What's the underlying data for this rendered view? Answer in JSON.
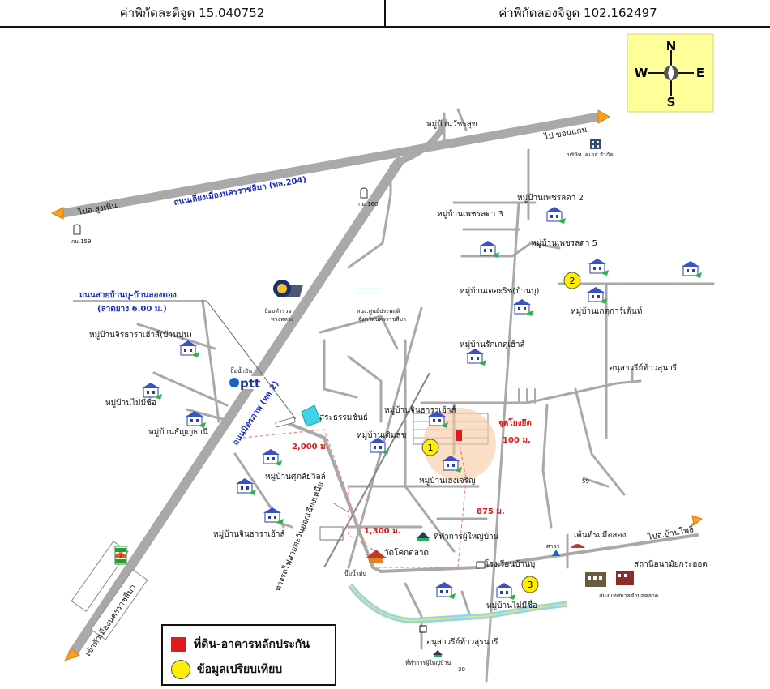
{
  "coordinates": {
    "latitude_label": "ค่าพิกัดละติจูด 15.040752",
    "longitude_label": "ค่าพิกัดลองจิจูด 102.162497"
  },
  "compass": {
    "n": "N",
    "s": "S",
    "e": "E",
    "w": "W"
  },
  "roads": {
    "highway_204": "ถนนเลี่ยงเมืองนครราชสีมา (ทล.204)",
    "mittraphap": "ถนนมิตรภาพ (ทล.2)",
    "local_road": "ถนนสายบ้านบุ-บ้านลองตอง",
    "local_road_note": "(ลาดยาง 6.00 ม.)",
    "to_khon_kaen": "ไป ขอนแก่น",
    "to_sung_noen": "ไปอ.สูงเนิน",
    "to_nakhon_ratchasima": "เข้าตัวเมืองนครราชสีมา",
    "to_ban_pho": "ไปอ.บ้านโพธิ์",
    "railway": "ทางรถไฟสายตะวันออกเฉียงเหนือ"
  },
  "markers": {
    "km159": "กม.159",
    "km160": "กม.160",
    "km59": "59",
    "km30": "30"
  },
  "places": {
    "watcharasuk": "หมู่บ้านวัชรสุข",
    "kss_company": "บริษัท เคเอส จำกัด",
    "phetcharada2": "หมู่บ้านเพชรลดา 2",
    "phetcharada3": "หมู่บ้านเพชรลดา 3",
    "phetcharada5": "หมู่บ้านเพชรลดา 5",
    "police": "ป้อมตำรวจ",
    "police2": "ทางหลวง",
    "sanong": "สนง.ศูนย์ประพฤติ",
    "sanong2": "จังหวัดนครราชสีมา",
    "the_rich": "หมู่บ้านเดอะริช(บ้านบุ)",
    "garden": "หมู่บ้านเกตุการ์เด้นท์",
    "rak_ket": "หมู่บ้านรักเกตุเฮ้าส์",
    "chirathara_banpun": "หมู่บ้านจิรธาราเฮ้าส์(บ้านปุน)",
    "gas_station": "ปั๊มน้ำมัน",
    "ptt": "ptt",
    "no_name_1": "หมู่บ้านไม่มีชื่อ",
    "thanyathani": "หมู่บ้านธัญญธานี",
    "pond": "สระธรรมชันธ์",
    "chinthara_house_1": "หมู่บ้านจินธาราเฮ้าส์",
    "toem_suk": "หมู่บ้านเติมสุข",
    "heng_charoen": "หมู่บ้านเฮงเจริญ",
    "location_point": "จุดโยงยึด",
    "monument_upper": "อนุสาวรีย์ท้าวสุนารี",
    "sakun": "หมู่บ้านศุภลัยวิลล์",
    "chinthara_house_2": "หมู่บ้านจินธาราเฮ้าส์",
    "head_village": "ที่ทำการผู้ใหญ่บ้าน",
    "wat": "วัดโคกตลาด",
    "school": "โรงเรียนบ้านบุ",
    "sala": "ศาลา",
    "toei_mueang": "เต้นท์รถมือสอง",
    "health_station": "สถานีอนามัยกระออด",
    "gas_station_2": "ปั๊มน้ำมัน",
    "no_name_3": "หมู่บ้านไม่มีชื่อ",
    "municipality": "สนง.เทศบาลตำบลตลาด",
    "monument_lower": "อนุสาวรีย์ท้าวสุรนารี",
    "head_village_2": "ที่ทำการผู้ใหญ่บ้าน"
  },
  "distances": {
    "d2000": "2,000 ม.",
    "d1300": "1,300 ม.",
    "d875": "875 ม.",
    "d100": "100 ม."
  },
  "comparables": {
    "c1": "1",
    "c2": "2",
    "c3": "3"
  },
  "seven_eleven": "7",
  "legend": {
    "collateral": "ที่ดิน-อาคารหลักประกัน",
    "comparable": "ข้อมูลเปรียบเทียบ"
  },
  "colors": {
    "road": "#a9a9a9",
    "highway_label": "#1a2fb8",
    "distance": "#d21f1f",
    "collateral": "#e01b1b",
    "comparable": "#ffee00",
    "highlight": "#f6c8a0",
    "water": "#8fd6ea",
    "compass_bg": "#ffff99"
  }
}
